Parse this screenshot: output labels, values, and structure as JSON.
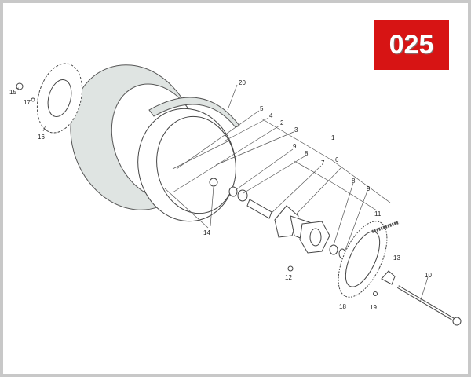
{
  "diagram": {
    "badge": "025",
    "badge_color": "#d71414",
    "labels": [
      "15",
      "17",
      "16",
      "20",
      "5",
      "4",
      "2",
      "3",
      "1",
      "9",
      "8",
      "7",
      "6",
      "8",
      "9",
      "11",
      "13",
      "10",
      "14",
      "12",
      "18",
      "19"
    ]
  }
}
